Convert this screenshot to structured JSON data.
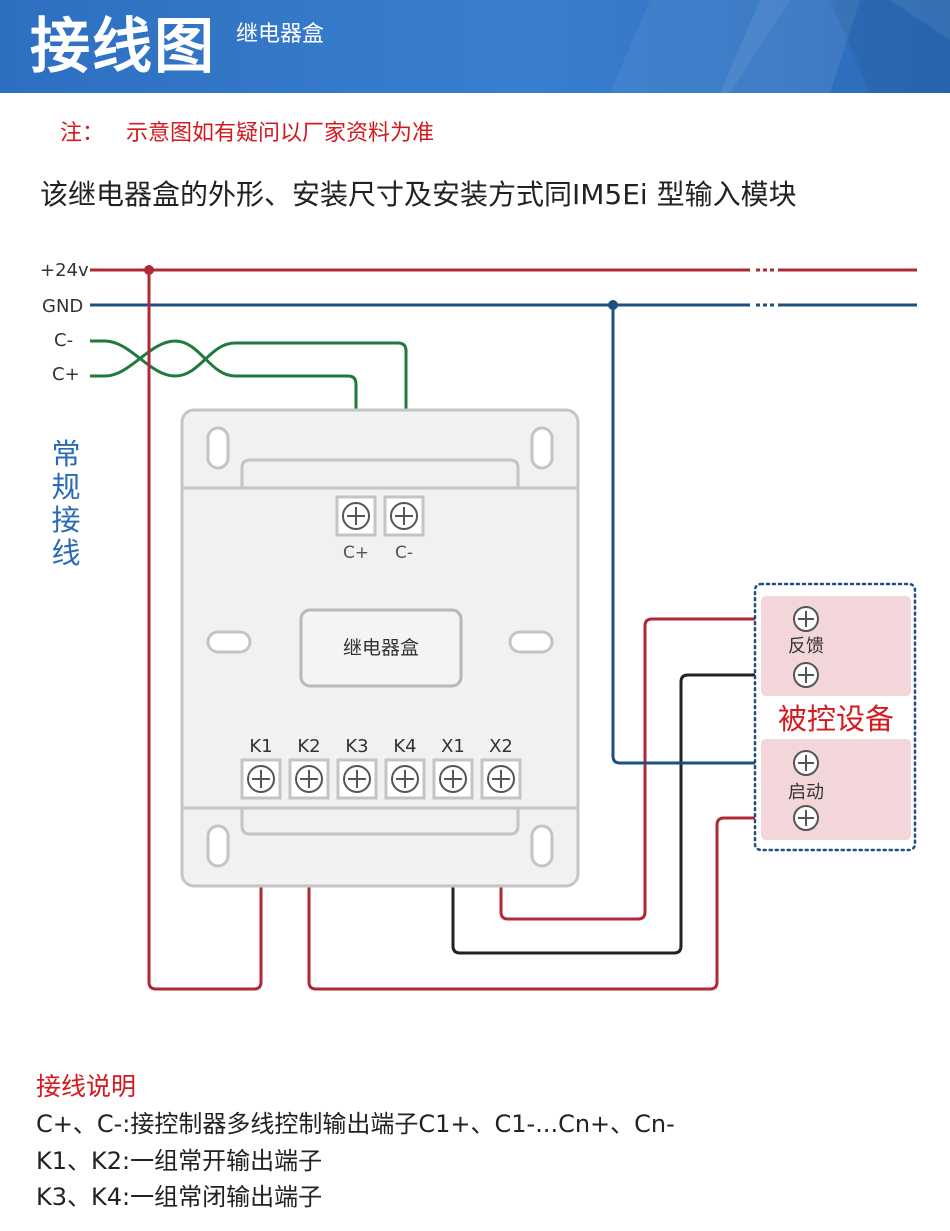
{
  "header": {
    "title": "接线图",
    "subtitle": "继电器盒",
    "colors": {
      "background": "#2d6fc0",
      "text": "#ffffff"
    }
  },
  "note": {
    "prefix": "注：",
    "text": "示意图如有疑问以厂家资料为准",
    "color": "#d4191f"
  },
  "intro": "该继电器盒的外形、安装尺寸及安装方式同IM5Ei 型输入模块",
  "side_label": "常规接线",
  "wires": {
    "labels": [
      "+24v",
      "GND",
      "C-",
      "C+"
    ],
    "colors": {
      "power": "#b02a36",
      "gnd": "#1e4f80",
      "bus": "#1f7a3b",
      "black": "#222222"
    }
  },
  "module": {
    "name": "继电器盒",
    "top_terminals": [
      "C+",
      "C-"
    ],
    "bottom_terminals": [
      "K1",
      "K2",
      "K3",
      "K4",
      "X1",
      "X2"
    ]
  },
  "device": {
    "title": "被控设备",
    "feedback_label": "反馈",
    "start_label": "启动",
    "colors": {
      "title": "#d4191f",
      "panel": "#f3d6da",
      "border": "#1e4f80"
    }
  },
  "explanation": {
    "title": "接线说明",
    "lines": [
      "C+、C-:接控制器多线控制输出端子C1+、C1-...Cn+、Cn-",
      "K1、K2:一组常开输出端子",
      "K3、K4:一组常闭输出端子"
    ]
  }
}
